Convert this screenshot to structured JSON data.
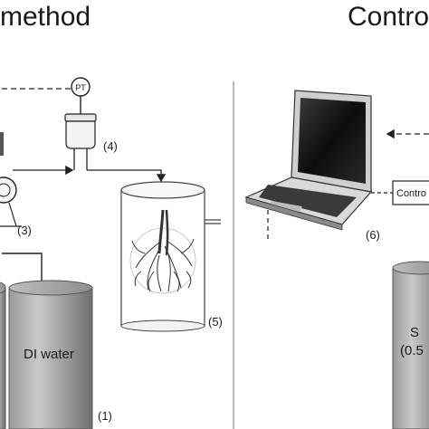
{
  "headings": {
    "left": "method",
    "right": "Contro"
  },
  "labels": {
    "pt": "PT",
    "n1": "(1)",
    "n3": "(3)",
    "n4": "(4)",
    "n5": "(5)",
    "n6": "(6)",
    "controller": "Contro",
    "di_water": "DI water",
    "tank_line1": "S",
    "tank_line2": "(0.5"
  },
  "colors": {
    "tank_dark": "#7f7f7f",
    "tank_light": "#d2d2d2",
    "line": "#222222",
    "laptop_body": "#2b2b2b"
  }
}
